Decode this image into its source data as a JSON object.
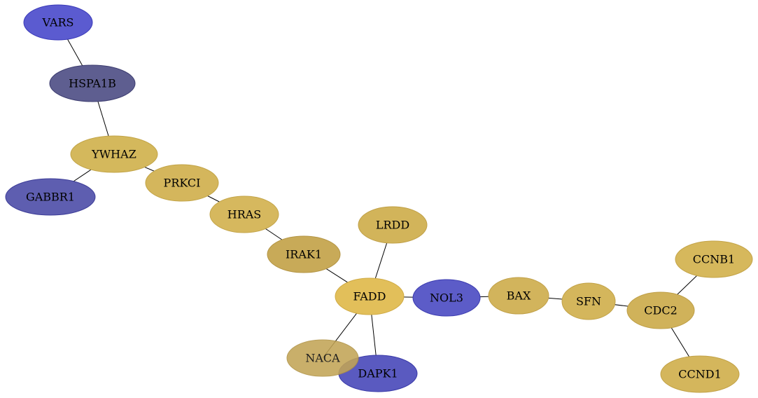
{
  "nodes": [
    {
      "id": "VARS",
      "label": "VARS",
      "fill": "#5b5bd0",
      "stroke": "#3a3ab8",
      "opacity": 1
    },
    {
      "id": "HSPA1B",
      "label": "HSPA1B",
      "fill": "#5e5e90",
      "stroke": "#3d3d70",
      "opacity": 1
    },
    {
      "id": "YWHAZ",
      "label": "YWHAZ",
      "fill": "#d4b85c",
      "stroke": "#c2a447",
      "opacity": 1
    },
    {
      "id": "GABBR1",
      "label": "GABBR1",
      "fill": "#5e5eb0",
      "stroke": "#3d3d98",
      "opacity": 1
    },
    {
      "id": "PRKCI",
      "label": "PRKCI",
      "fill": "#d4b65c",
      "stroke": "#c2a447",
      "opacity": 1
    },
    {
      "id": "HRAS",
      "label": "HRAS",
      "fill": "#d6b85e",
      "stroke": "#c4a54a",
      "opacity": 1
    },
    {
      "id": "IRAK1",
      "label": "IRAK1",
      "fill": "#c8aa58",
      "stroke": "#b49545",
      "opacity": 1
    },
    {
      "id": "LRDD",
      "label": "LRDD",
      "fill": "#d2b45a",
      "stroke": "#c0a047",
      "opacity": 1
    },
    {
      "id": "FADD",
      "label": "FADD",
      "fill": "#e2bf5a",
      "stroke": "#d0ab45",
      "opacity": 1
    },
    {
      "id": "NOL3",
      "label": "NOL3",
      "fill": "#5c5cc8",
      "stroke": "#3c3cb0",
      "opacity": 1
    },
    {
      "id": "BAX",
      "label": "BAX",
      "fill": "#d2b45c",
      "stroke": "#c0a048",
      "opacity": 1
    },
    {
      "id": "SFN",
      "label": "SFN",
      "fill": "#d4b65c",
      "stroke": "#c2a247",
      "opacity": 1
    },
    {
      "id": "CDC2",
      "label": "CDC2",
      "fill": "#d0b25a",
      "stroke": "#be9e46",
      "opacity": 1
    },
    {
      "id": "CCNB1",
      "label": "CCNB1",
      "fill": "#d6b85c",
      "stroke": "#c4a448",
      "opacity": 1
    },
    {
      "id": "CCND1",
      "label": "CCND1",
      "fill": "#d4b65c",
      "stroke": "#c2a247",
      "opacity": 1
    },
    {
      "id": "DAPK1",
      "label": "DAPK1",
      "fill": "#5a5ac0",
      "stroke": "#3a3aa8",
      "opacity": 1
    },
    {
      "id": "NACA",
      "label": "NACA",
      "fill": "#c2a456",
      "stroke": "#ae9042",
      "opacity": 0.88
    }
  ],
  "edges": [
    [
      "VARS",
      "HSPA1B"
    ],
    [
      "HSPA1B",
      "YWHAZ"
    ],
    [
      "YWHAZ",
      "GABBR1"
    ],
    [
      "YWHAZ",
      "PRKCI"
    ],
    [
      "PRKCI",
      "HRAS"
    ],
    [
      "HRAS",
      "IRAK1"
    ],
    [
      "IRAK1",
      "FADD"
    ],
    [
      "LRDD",
      "FADD"
    ],
    [
      "FADD",
      "NOL3"
    ],
    [
      "FADD",
      "NACA"
    ],
    [
      "FADD",
      "DAPK1"
    ],
    [
      "NOL3",
      "BAX"
    ],
    [
      "BAX",
      "SFN"
    ],
    [
      "SFN",
      "CDC2"
    ],
    [
      "CDC2",
      "CCNB1"
    ],
    [
      "CDC2",
      "CCND1"
    ]
  ]
}
